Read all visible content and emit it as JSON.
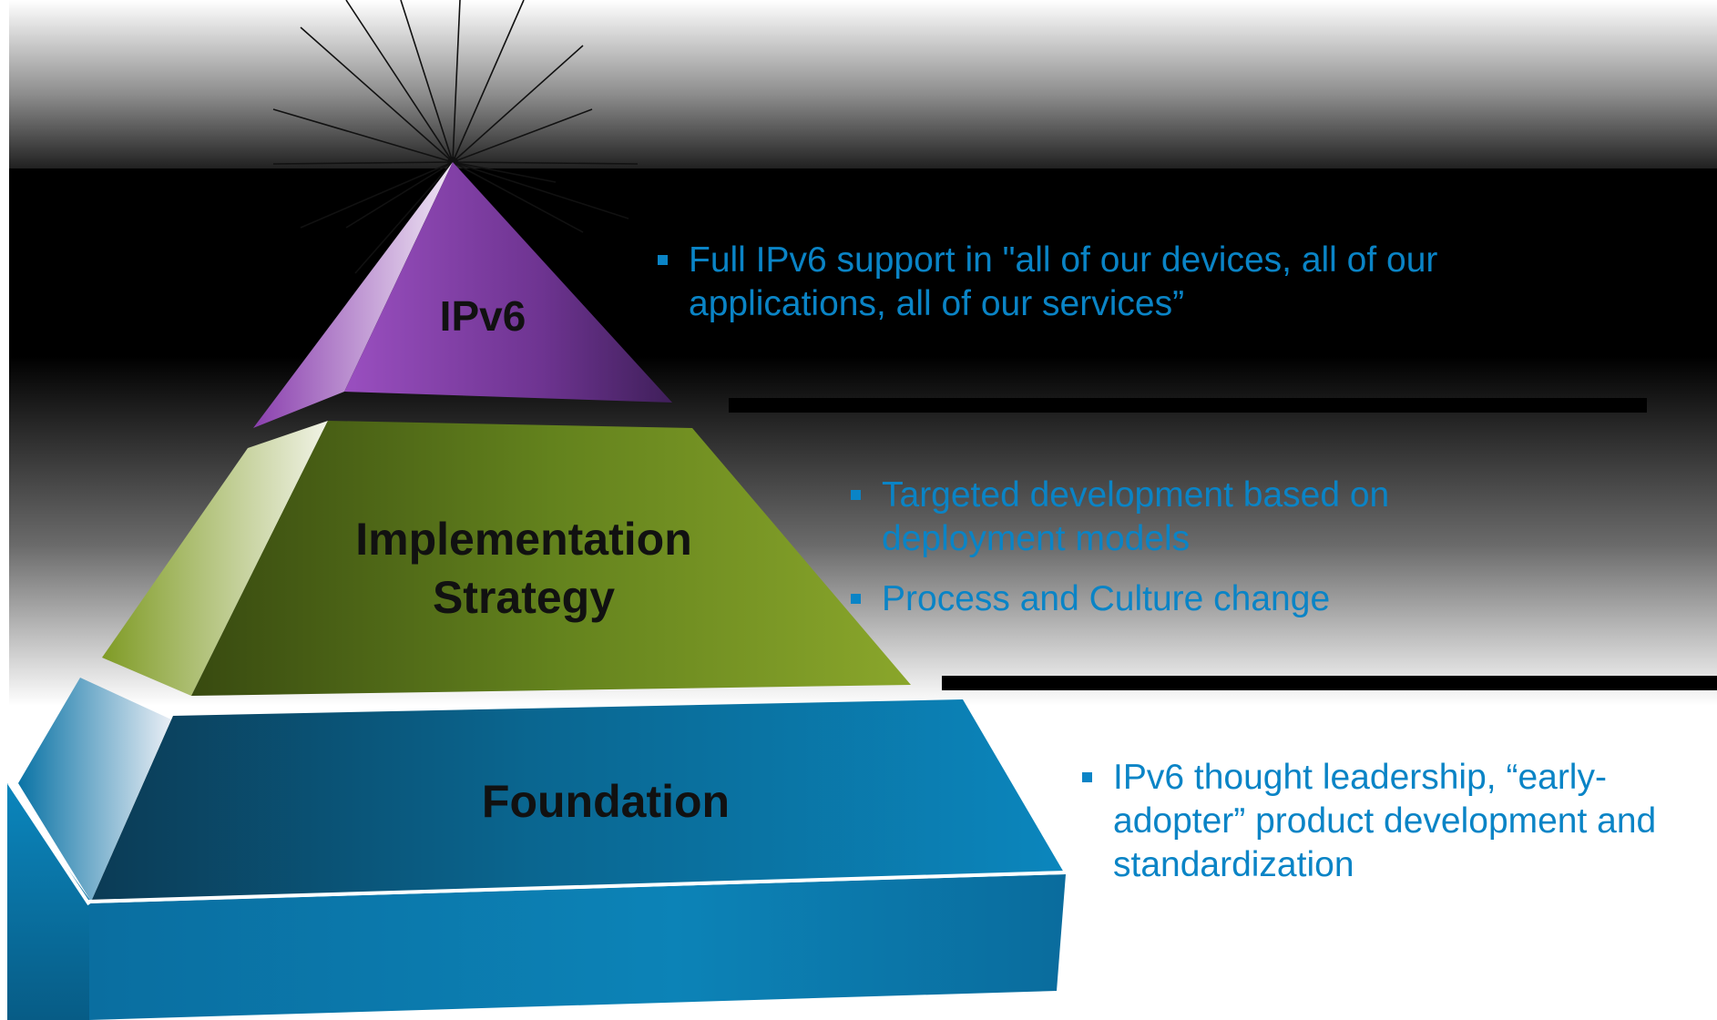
{
  "title_text": "Strategic IPv6 Commitment Layers",
  "layers": [
    {
      "id": "top",
      "label": "IPv6",
      "color": "#7a3f9e",
      "bullets": [
        "Full IPv6 support in \"all of our devices, all of our applications, all of our services”"
      ]
    },
    {
      "id": "middle",
      "label_lines": [
        "Implementation",
        "Strategy"
      ],
      "color": "#6e8f1f",
      "bullets": [
        "Targeted development based on deployment models",
        "Process and Culture change"
      ]
    },
    {
      "id": "bottom",
      "label": "Foundation",
      "color": "#0b7fb0",
      "bullets": [
        "IPv6 thought leadership, “early-adopter” product development and standardization"
      ]
    }
  ],
  "colors": {
    "bullet_text": "#0a84c6",
    "bullet_marker": "#0a84c6",
    "header_gradient_top": "#ffffff",
    "header_band": "#000000",
    "divider": "#000000"
  }
}
